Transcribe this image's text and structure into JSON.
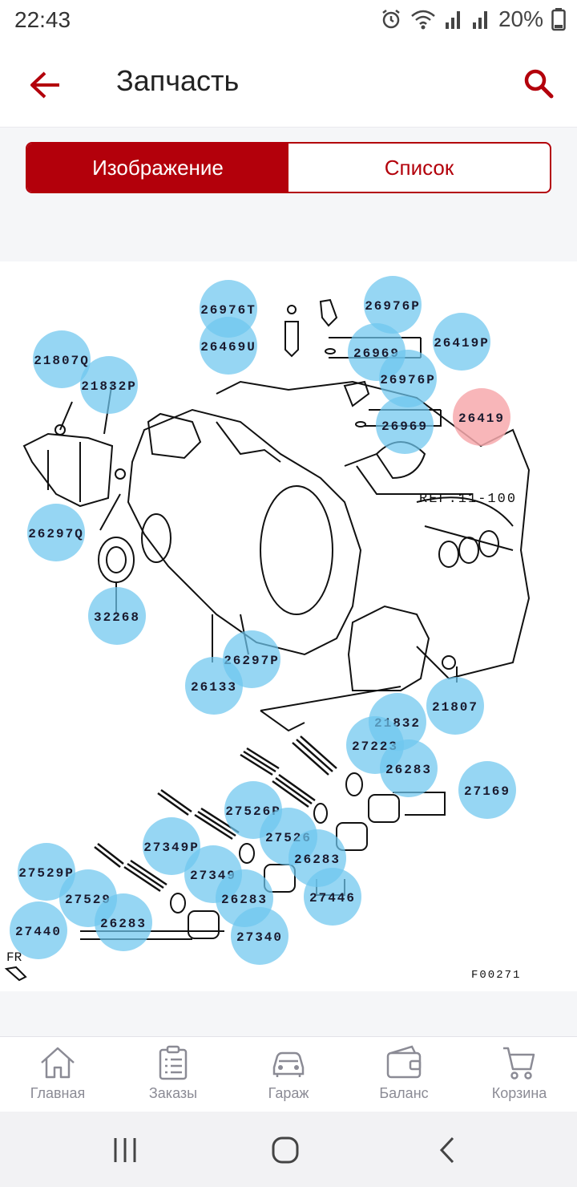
{
  "status": {
    "time": "22:43",
    "battery": "20%"
  },
  "appbar": {
    "title": "Запчасть"
  },
  "tabs": [
    {
      "label": "Изображение",
      "active": true
    },
    {
      "label": "Список",
      "active": false
    }
  ],
  "diagram": {
    "code": "F00271",
    "ref": "REF.11-100",
    "fr": "FR",
    "callouts": [
      {
        "label": "26976T"
      },
      {
        "label": "26469U"
      },
      {
        "label": "26976P"
      },
      {
        "label": "26969"
      },
      {
        "label": "26419P"
      },
      {
        "label": "26976P"
      },
      {
        "label": "26969"
      },
      {
        "label": "26419",
        "selected": true
      },
      {
        "label": "21807Q"
      },
      {
        "label": "21832P"
      },
      {
        "label": "26297Q"
      },
      {
        "label": "32268"
      },
      {
        "label": "26297P"
      },
      {
        "label": "26133"
      },
      {
        "label": "21832"
      },
      {
        "label": "21807"
      },
      {
        "label": "27223"
      },
      {
        "label": "26283"
      },
      {
        "label": "27169"
      },
      {
        "label": "27526P"
      },
      {
        "label": "27526"
      },
      {
        "label": "26283"
      },
      {
        "label": "27349P"
      },
      {
        "label": "27349"
      },
      {
        "label": "26283"
      },
      {
        "label": "27446"
      },
      {
        "label": "27529P"
      },
      {
        "label": "27529"
      },
      {
        "label": "26283"
      },
      {
        "label": "27440"
      },
      {
        "label": "27340"
      }
    ]
  },
  "bottom_nav": [
    {
      "label": "Главная",
      "icon": "home-icon"
    },
    {
      "label": "Заказы",
      "icon": "orders-icon"
    },
    {
      "label": "Гараж",
      "icon": "car-icon"
    },
    {
      "label": "Баланс",
      "icon": "wallet-icon"
    },
    {
      "label": "Корзина",
      "icon": "cart-icon"
    }
  ],
  "colors": {
    "accent": "#b3000b",
    "bubble": "#6ec6ee",
    "bubble_selected": "#f7a9ad"
  }
}
